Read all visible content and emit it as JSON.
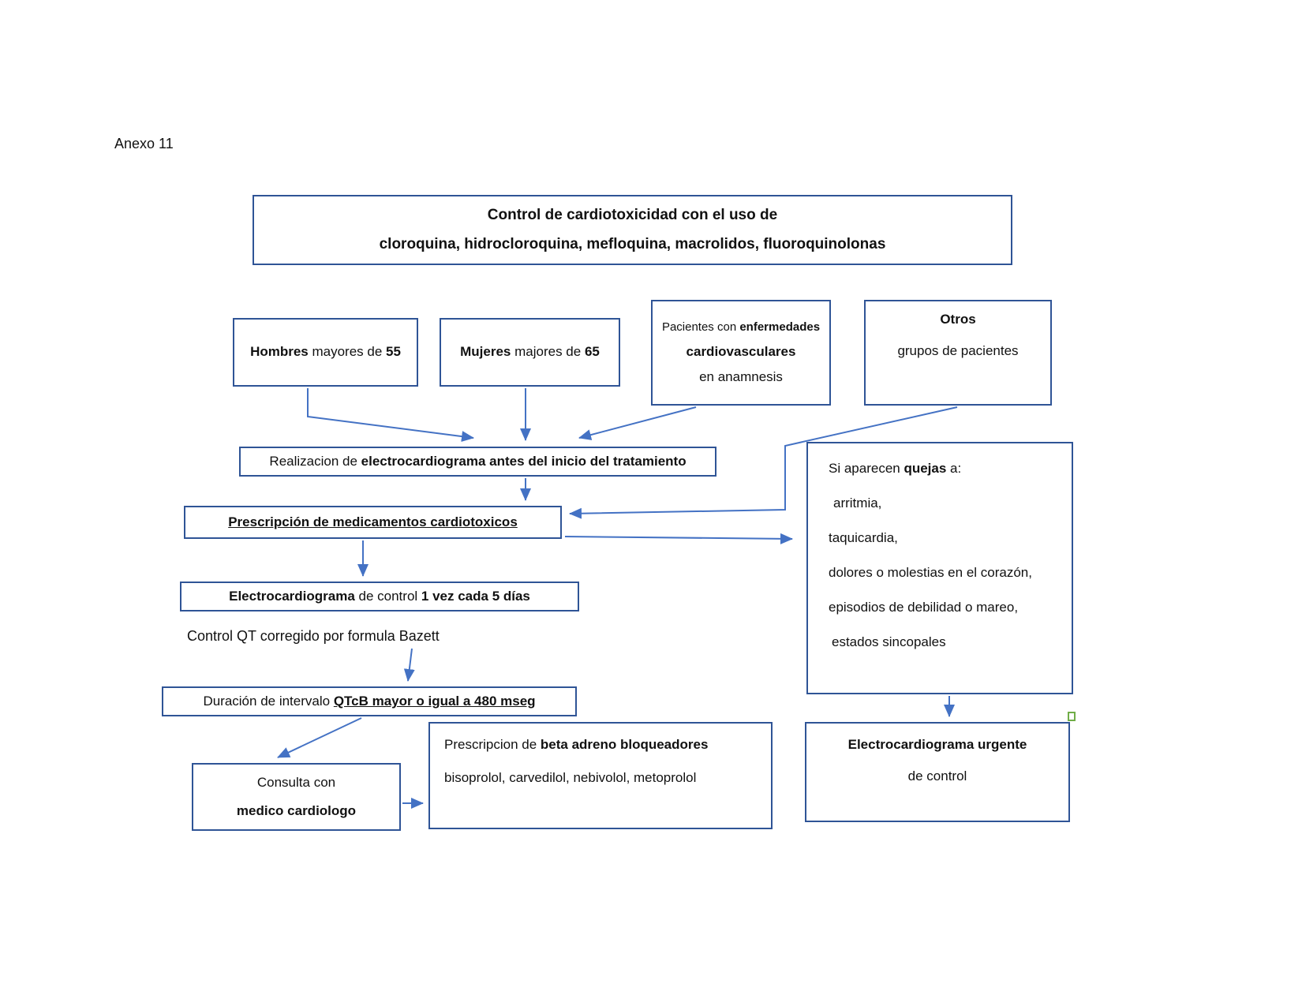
{
  "page": {
    "label": "Anexo 11"
  },
  "title": {
    "line1": "Control de cardiotoxicidad con el uso de",
    "line2": "cloroquina, hidrocloroquina, mefloquina, macrolidos, fluoroquinolonas"
  },
  "criteria": {
    "hombres": {
      "bold1": "Hombres",
      "mid": " mayores de ",
      "bold2": "55"
    },
    "mujeres": {
      "bold1": "Mujeres",
      "mid": " majores de ",
      "bold2": "65"
    },
    "cardio": {
      "line1_prefix": "Pacientes con ",
      "line1_bold": "enfermedades",
      "line2_bold": "cardiovasculares",
      "line3": "en anamnesis"
    },
    "otros": {
      "line1_bold": "Otros",
      "line2": "grupos de pacientes"
    }
  },
  "flow": {
    "realizacion": {
      "prefix": "Realizacion de ",
      "bold": "electrocardiograma antes del inicio del tratamiento"
    },
    "prescripcion": {
      "text": "Prescripción de medicamentos cardiotoxicos"
    },
    "ecg_control": {
      "bold1": "Electrocardiograma",
      "mid": " de control ",
      "bold2": "1 vez cada 5 días"
    },
    "bazett": {
      "text": "Control QT corregido por formula Bazett"
    },
    "qtcb": {
      "prefix": "Duración de intervalo ",
      "bold": "QTcB mayor o igual a 480 mseg"
    },
    "consulta": {
      "line1": "Consulta con",
      "line2_bold": "medico cardiologo"
    },
    "beta": {
      "line1_prefix": "Prescripcion de ",
      "line1_bold": "beta adreno bloqueadores",
      "line2": "bisoprolol, carvedilol, nebivolol, metoprolol"
    },
    "quejas": {
      "line1_prefix": "Si aparecen ",
      "line1_bold": "quejas",
      "line1_suffix": " a:",
      "items": [
        "arritmia,",
        "taquicardia,",
        "dolores o molestias en el corazón,",
        "episodios de debilidad o mareo,",
        "estados sincopales"
      ]
    },
    "ecg_urgente": {
      "line1_bold": "Electrocardiograma urgente",
      "line2": "de control"
    }
  },
  "colors": {
    "border": "#2F5496",
    "arrow": "#4472C4",
    "handle": "#70AD47"
  }
}
